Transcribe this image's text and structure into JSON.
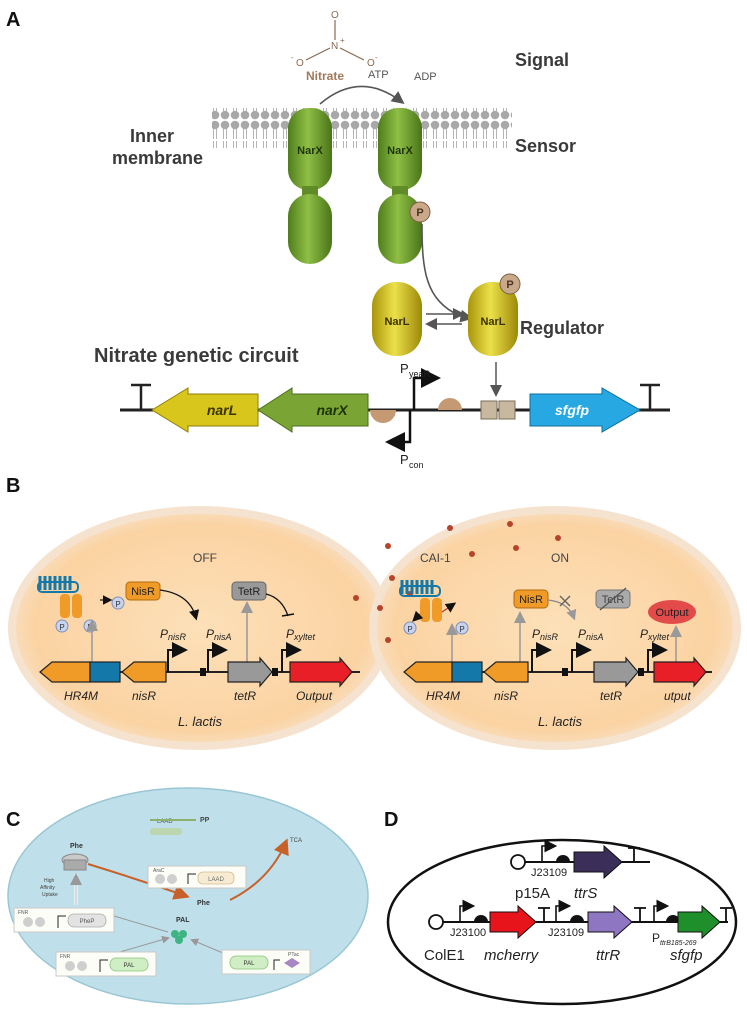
{
  "panel_a": {
    "letter": "A",
    "signal": "Signal",
    "sensor": "Sensor",
    "regulator": "Regulator",
    "inner": "Inner",
    "membrane": "membrane",
    "nitrate": "Nitrate",
    "atp": "ATP",
    "adp": "ADP",
    "n_atom": "N",
    "n_charge": "+",
    "o_atom": "O",
    "o_minus": "O",
    "o_minus2": "O",
    "minus": "-",
    "narx": "NarX",
    "narl": "NarL",
    "p": "P",
    "circuit_title": "Nitrate genetic circuit",
    "pyear_main": "P",
    "pyear_sub": "yeaR",
    "pcon_main": "P",
    "pcon_sub": "con",
    "genes": {
      "narL": "narL",
      "narX": "narX",
      "sfgfp": "sfgfp"
    },
    "colors": {
      "green": "#7aa534",
      "yellow": "#d4c21a",
      "blue": "#27a8e3",
      "phos": "#c9a98a"
    }
  },
  "panel_b": {
    "letter": "B",
    "off": "OFF",
    "on": "ON",
    "cai": "CAI-1",
    "nisr_protein": "NisR",
    "tetr_protein": "TetR",
    "output_protein": "Output",
    "p": "P",
    "pnisr": "P",
    "pnisr_sub": "nisR",
    "pnisa": "P",
    "pnisa_sub": "nisA",
    "pxyl": "P",
    "pxyl_sub": "xyltet",
    "hr4m": "HR4M",
    "nisr_gene": "nisR",
    "tetr_gene": "tetR",
    "output_gene_off": "Output",
    "output_gene_on": "utput",
    "organism": "L. lactis"
  },
  "panel_c": {
    "letter": "C",
    "phe": "Phe",
    "phe2": "Phe",
    "pp": "PP",
    "laad_top": "LAAD",
    "tca": "TCA",
    "pal": "PAL",
    "high": "High",
    "affinity": "Affinity",
    "uptake": "Uptake",
    "fnr": "FNR",
    "phep": "PheP",
    "arac": "AraC",
    "laad": "LAAD",
    "fnr2": "FNR",
    "pal_gene": "PAL",
    "pal_gene2": "PAL",
    "ptac": "PTac"
  },
  "panel_d": {
    "letter": "D",
    "j23109_top": "J23109",
    "p15a": "p15A",
    "ttrs": "ttrS",
    "j23100": "J23100",
    "colE1": "ColE1",
    "mcherry": "mcherry",
    "j23109_bot": "J23109",
    "ttrr": "ttrR",
    "pttr_main": "P",
    "pttr_sub": "ttrB185-269",
    "sfgfp": "sfgfp",
    "colors": {
      "purple_dark": "#3b2f5a",
      "red": "#e8141b",
      "purple": "#8e76c2",
      "green": "#1f8f2c"
    }
  }
}
